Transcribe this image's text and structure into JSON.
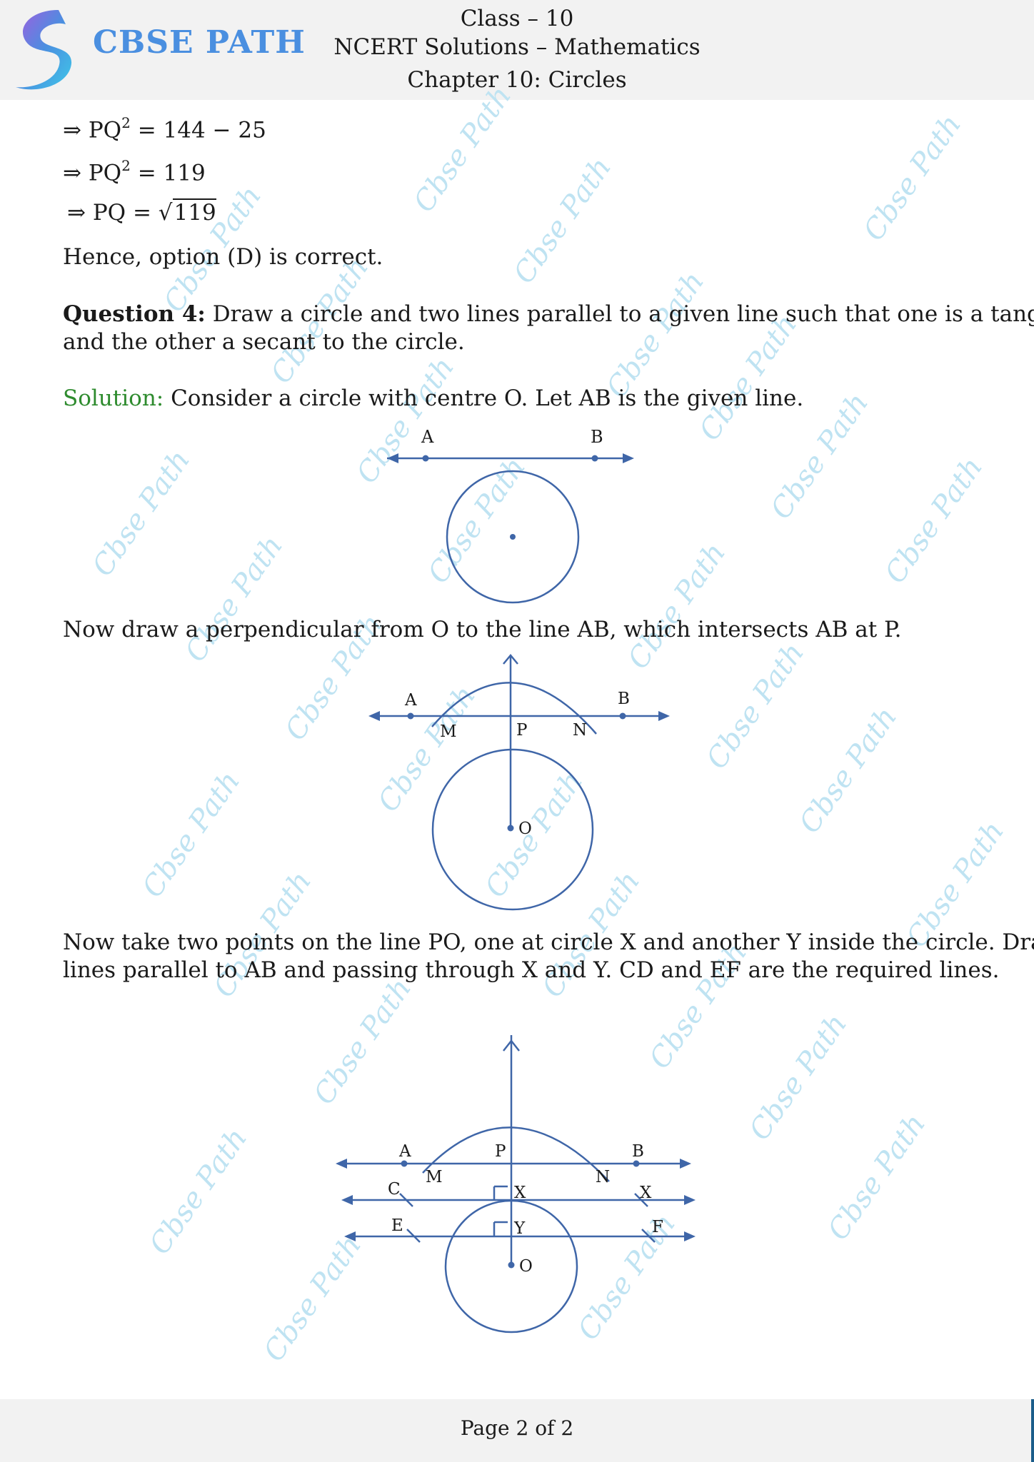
{
  "header": {
    "brand": "CBSE PATH",
    "class_line": "Class – 10",
    "subject_line": "NCERT Solutions – Mathematics",
    "chapter_line": "Chapter 10: Circles"
  },
  "math": {
    "line1_lhs": "⇒ PQ",
    "line1_exp": "2",
    "line1_rhs": " = 144 − 25",
    "line2_lhs": "⇒ PQ",
    "line2_exp": "2",
    "line2_rhs": " = 119",
    "line3_lhs": "⇒ PQ = √",
    "line3_rad": "119"
  },
  "paragraphs": {
    "hence": "Hence, option (D) is correct.",
    "question_label": "Question 4:",
    "question_text_1": " Draw a circle and two lines parallel to a given line such that one is a tangent",
    "question_text_2": "and the other a secant to the circle.",
    "solution_label": "Solution:",
    "solution_text": " Consider a circle with centre O. Let AB is the given line.",
    "step2": "Now draw a perpendicular from O to the line AB, which intersects AB at P.",
    "step3_1": "Now take two points on the line PO, one at circle X and another Y inside the circle. Draw",
    "step3_2": "lines parallel to AB and passing through X and Y. CD and EF are the required lines."
  },
  "figure1": {
    "label_a": "A",
    "label_b": "B"
  },
  "figure2": {
    "label_a": "A",
    "label_b": "B",
    "label_m": "M",
    "label_p": "P",
    "label_n": "N",
    "label_o": "O"
  },
  "figure3": {
    "label_a": "A",
    "label_b": "B",
    "label_p": "P",
    "label_m": "M",
    "label_n": "N",
    "label_c": "C",
    "label_x1": "X",
    "label_x2": "X",
    "label_e": "E",
    "label_y": "Y",
    "label_f": "F",
    "label_o": "O"
  },
  "watermark": "Cbse Path",
  "footer": {
    "page": "Page 2 of 2"
  },
  "colors": {
    "diagram": "#3f66a8",
    "watermark": "#bfe3f2",
    "brand": "#4a8fe0",
    "solution": "#2e8b2e"
  }
}
